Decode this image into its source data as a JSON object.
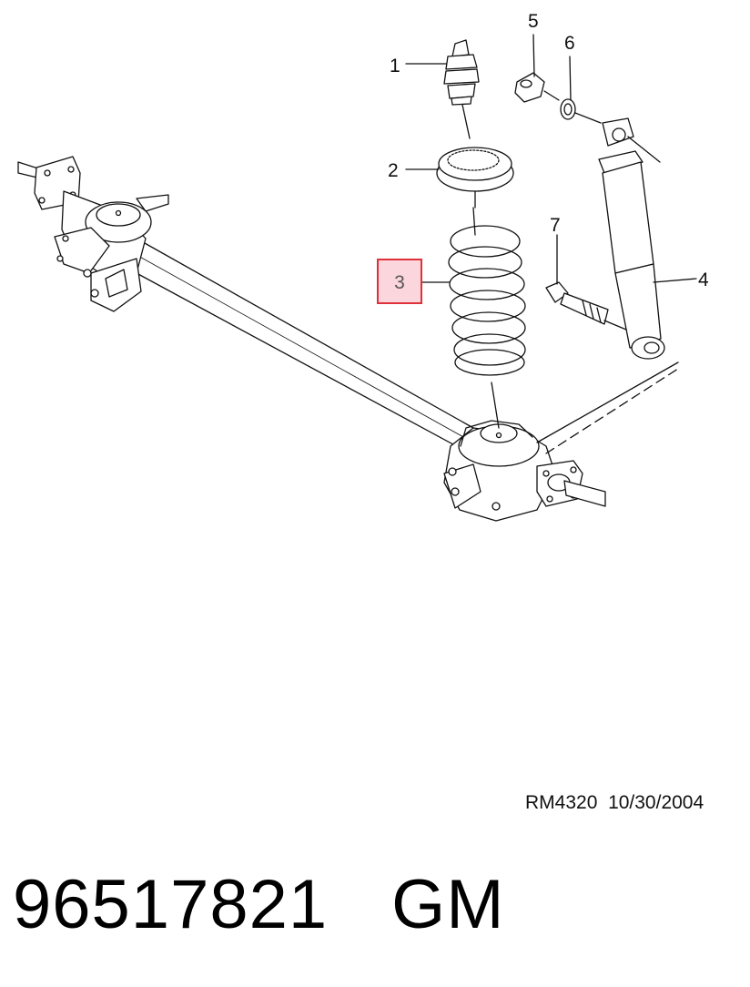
{
  "callouts": [
    {
      "id": "1",
      "label": "1"
    },
    {
      "id": "2",
      "label": "2"
    },
    {
      "id": "3",
      "label": "3"
    },
    {
      "id": "4",
      "label": "4"
    },
    {
      "id": "5",
      "label": "5"
    },
    {
      "id": "6",
      "label": "6"
    },
    {
      "id": "7",
      "label": "7"
    }
  ],
  "highlighted_callout": "3",
  "colors": {
    "highlight_border": "#e0303a",
    "highlight_fill": "#fbd6dc",
    "line": "#111111"
  },
  "reference": {
    "code": "RM4320",
    "date": "10/30/2004"
  },
  "part": {
    "number": "96517821",
    "brand": "GM"
  }
}
